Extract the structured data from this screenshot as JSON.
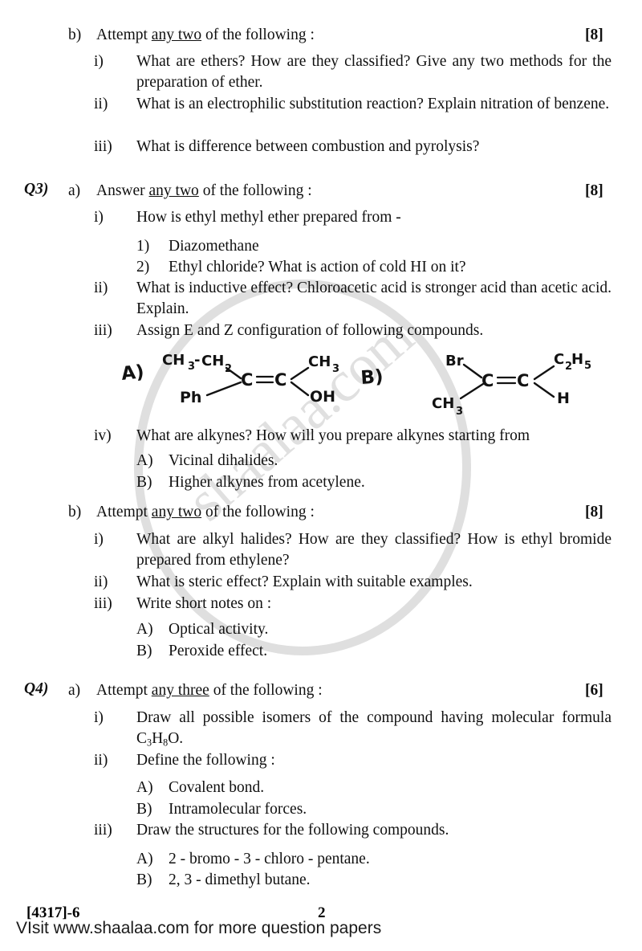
{
  "document": {
    "type": "examination-question-paper",
    "page_number": "2",
    "paper_code": "[4317]-6"
  },
  "watermark": {
    "text": "shaalaa.com"
  },
  "blocks": [
    {
      "id": "q2b",
      "qno": "",
      "part": "b)",
      "stem_pre": "Attempt ",
      "stem_underlined": "any two",
      "stem_post": " of the following :",
      "marks": "[8]",
      "items": [
        {
          "label": "i)",
          "text": "What are ethers? How are they classified? Give any two methods for the preparation of ether."
        },
        {
          "label": "ii)",
          "text": "What is an electrophilic substitution reaction? Explain nitration of benzene."
        },
        {
          "label": "iii)",
          "text": "What is difference between combustion and pyrolysis?"
        }
      ]
    },
    {
      "id": "q3a",
      "qno": "Q3)",
      "part": "a)",
      "stem_pre": "Answer ",
      "stem_underlined": "any two",
      "stem_post": " of the following :",
      "marks": "[8]",
      "items": [
        {
          "label": "i)",
          "text": "How is ethyl methyl ether prepared from -"
        },
        {
          "label": "1)",
          "text": "Diazomethane"
        },
        {
          "label": "2)",
          "text": "Ethyl chloride? What is action of cold HI on it?"
        },
        {
          "label": "ii)",
          "text": "What is inductive effect? Chloroacetic acid is stronger acid than acetic acid. Explain."
        },
        {
          "label": "iii)",
          "text": "Assign E and Z configuration of following compounds."
        },
        {
          "label": "iv)",
          "text": "What are alkynes? How will you prepare alkynes starting from"
        },
        {
          "label": "A)",
          "text": "Vicinal dihalides."
        },
        {
          "label": "B)",
          "text": "Higher alkynes from acetylene."
        }
      ]
    },
    {
      "id": "q3b",
      "qno": "",
      "part": "b)",
      "stem_pre": "Attempt ",
      "stem_underlined": "any two",
      "stem_post": " of the following :",
      "marks": "[8]",
      "items": [
        {
          "label": "i)",
          "text": "What are alkyl halides? How are they classified? How is ethyl bromide prepared from ethylene?"
        },
        {
          "label": "ii)",
          "text": "What is steric effect? Explain with suitable examples."
        },
        {
          "label": "iii)",
          "text": "Write short notes on :"
        },
        {
          "label": "A)",
          "text": "Optical activity."
        },
        {
          "label": "B)",
          "text": "Peroxide effect."
        }
      ]
    },
    {
      "id": "q4a",
      "qno": "Q4)",
      "part": "a)",
      "stem_pre": "Attempt ",
      "stem_underlined": "any three",
      "stem_post": " of the following :",
      "marks": "[6]",
      "items": [
        {
          "label": "i)",
          "text": "Draw all possible isomers of the compound having molecular formula C3H8O."
        },
        {
          "label": "ii)",
          "text": "Define the following :"
        },
        {
          "label": "A)",
          "text": "Covalent bond."
        },
        {
          "label": "B)",
          "text": "Intramolecular forces."
        },
        {
          "label": "iii)",
          "text": "Draw the structures for the following compounds."
        },
        {
          "label": "A)",
          "text": "2 - bromo - 3 - chloro - pentane."
        },
        {
          "label": "B)",
          "text": "2, 3 - dimethyl butane."
        }
      ]
    }
  ],
  "structures": {
    "caption": "Assign E and Z configuration of following compounds.",
    "a": {
      "label": "A)",
      "left_top": "CH3-CH2",
      "left_bottom": "Ph",
      "core": "C = C",
      "right_top": "CH3",
      "right_bottom": "OH"
    },
    "b": {
      "label": "B)",
      "left_top": "Br",
      "left_bottom": "CH3",
      "core": "C = C",
      "right_top": "C2H5",
      "right_bottom": "H"
    }
  },
  "footer": {
    "paper_code": "[4317]-6",
    "page_number": "2",
    "overlay": "VIsit www.shaalaa.com for more question papers"
  }
}
